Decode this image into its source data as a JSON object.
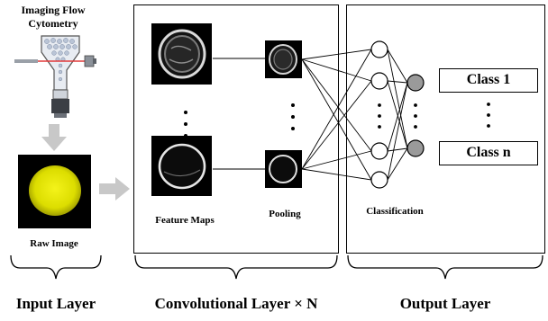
{
  "input_layer": {
    "device_title_line1": "Imaging Flow",
    "device_title_line2": "Cytometry",
    "raw_image_label": "Raw Image",
    "bottom_label": "Input Layer"
  },
  "conv_layer": {
    "feature_maps_label": "Feature Maps",
    "pooling_label": "Pooling",
    "bottom_label": "Convolutional Layer × N"
  },
  "output_layer": {
    "classification_label": "Classification",
    "class_labels": [
      "Class 1",
      "Class n"
    ],
    "bottom_label": "Output Layer"
  },
  "colors": {
    "raw_image_yellow": "#e3e600",
    "output_node_fill": "#9a9a9a",
    "arrow_fill": "#c8c8c8"
  }
}
